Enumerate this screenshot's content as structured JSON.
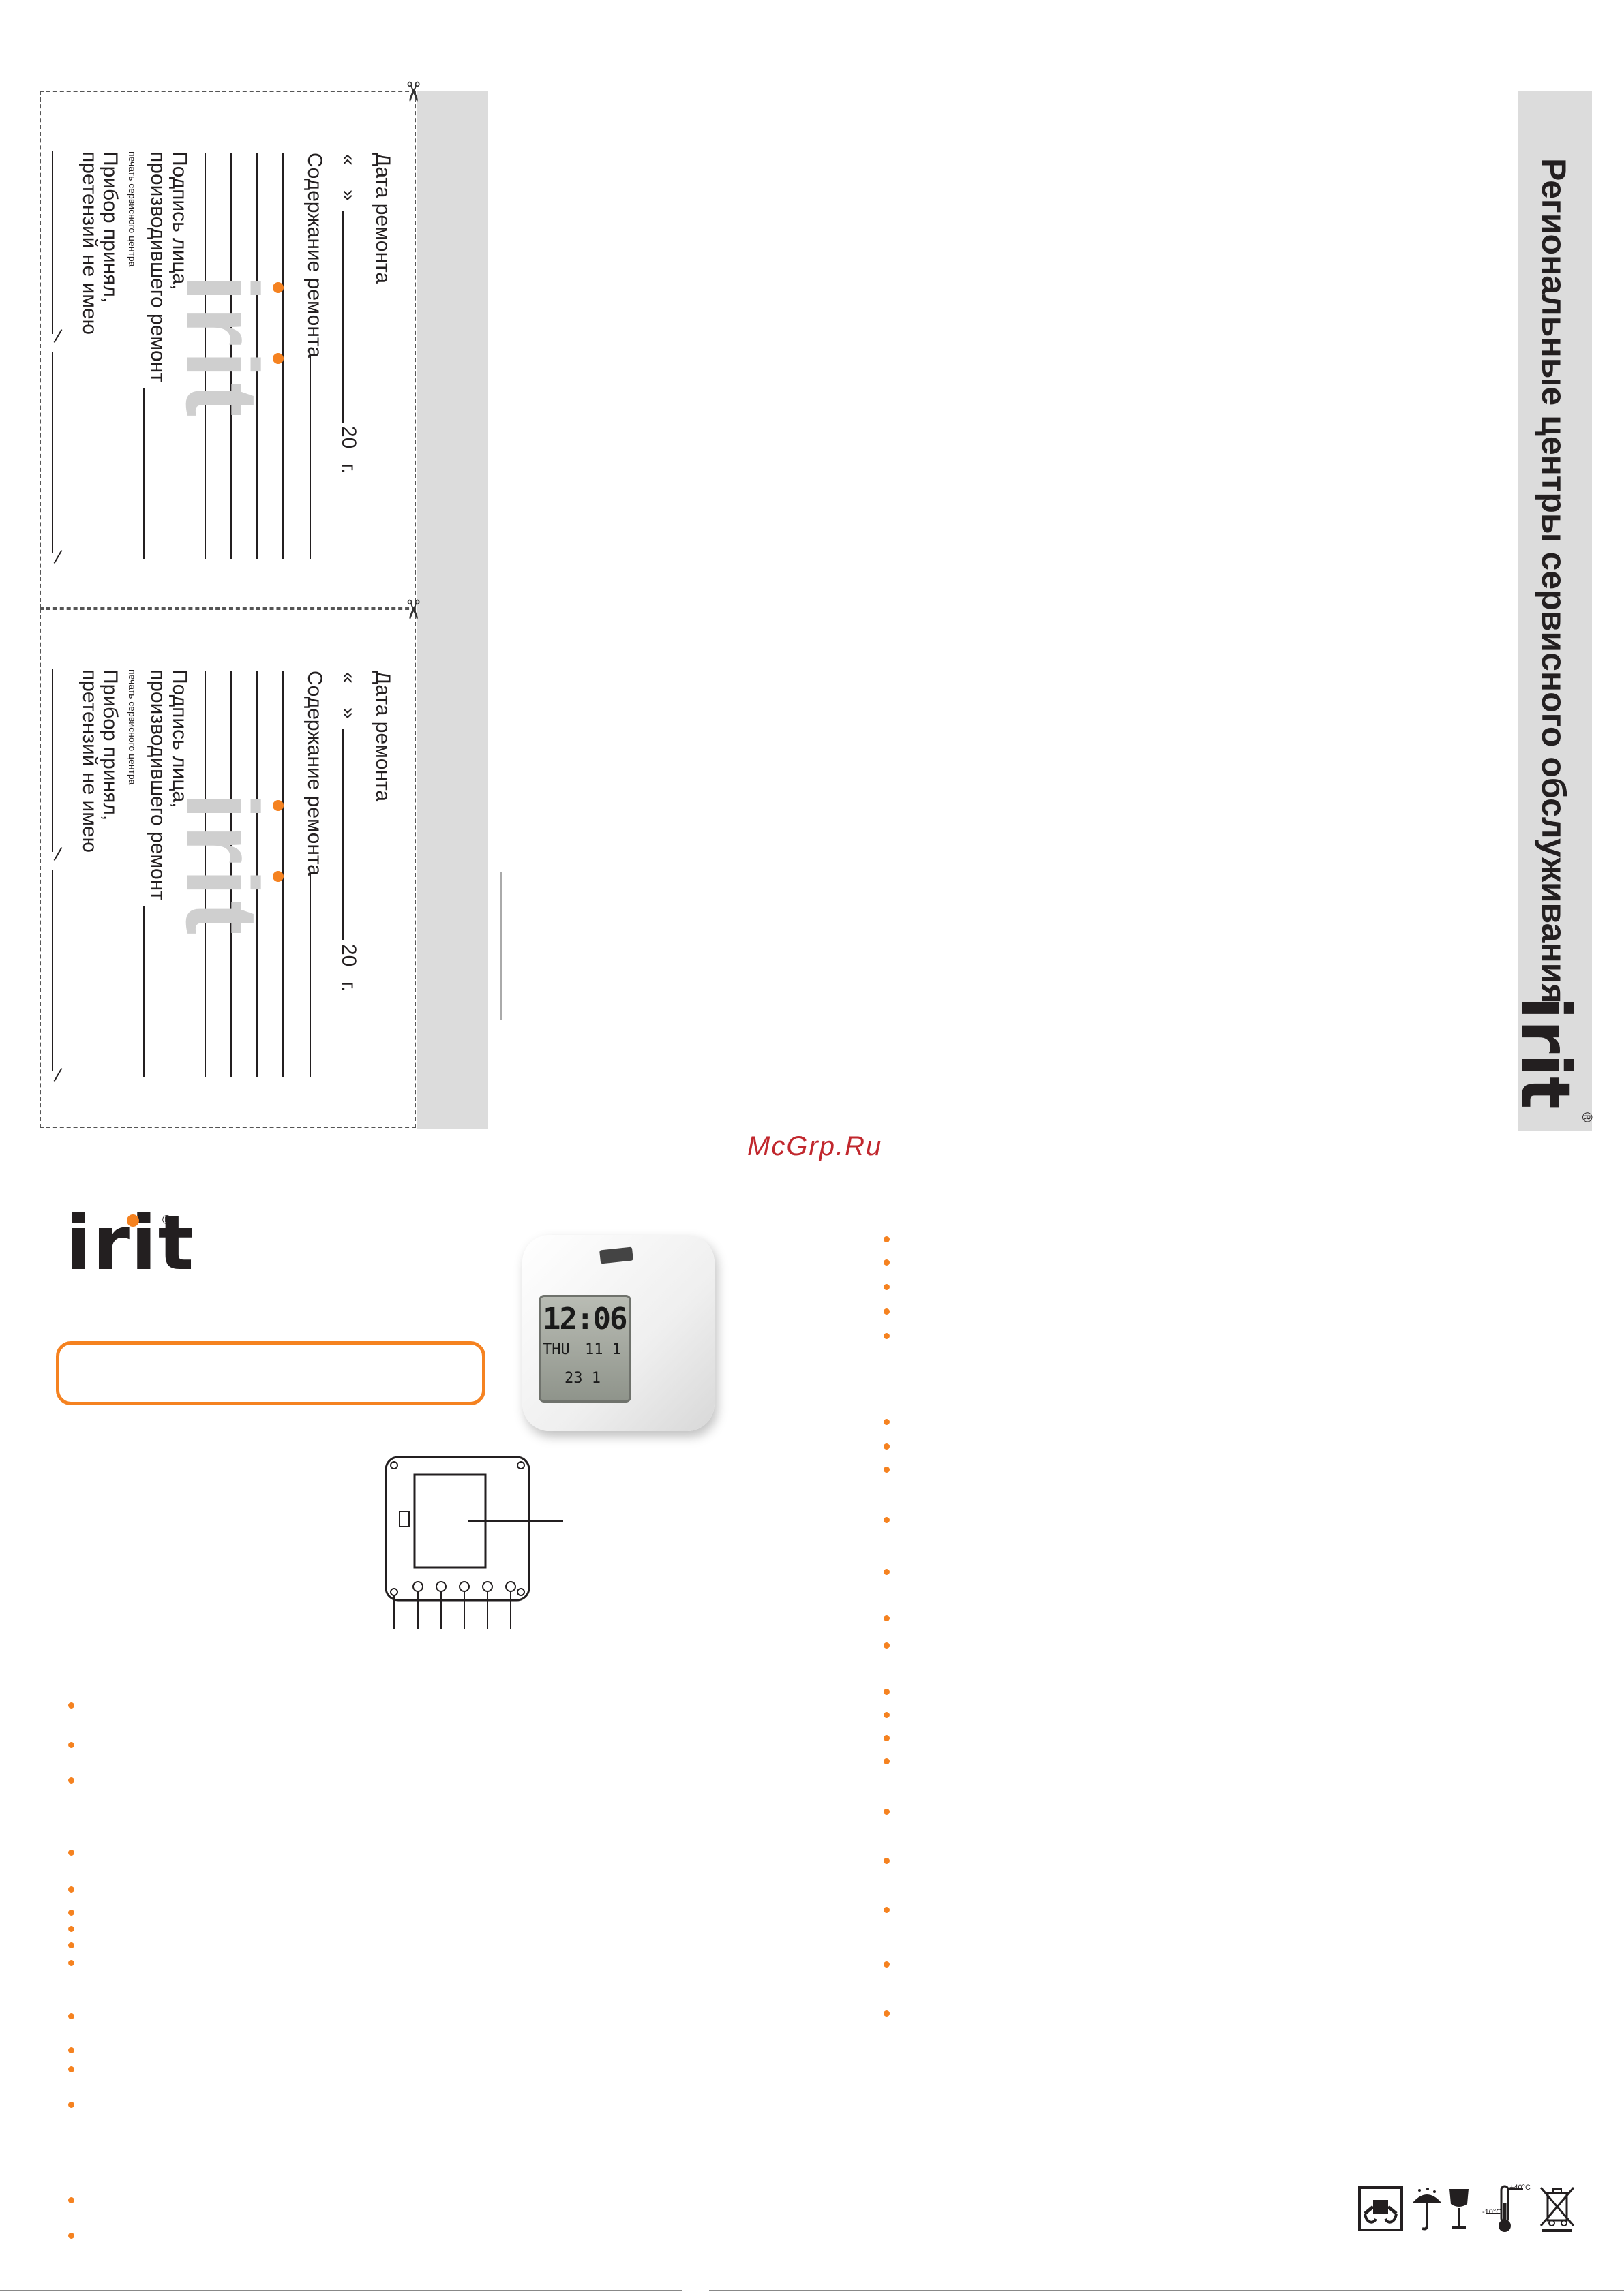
{
  "header": {
    "title": "Региональные центры сервисного обслуживания",
    "brand": "irit",
    "registered": "®"
  },
  "coupons": [
    {
      "date_label": "Дата ремонта",
      "quote_open": "«",
      "quote_close": "»",
      "year_prefix": "20",
      "year_suffix": "г.",
      "content_label": "Содержание ремонта",
      "signature_line1": "Подпись лица,",
      "signature_line2": "производившего ремонт",
      "stamp_label": "печать сервисного центра",
      "accepted_line1": "Прибор принял,",
      "accepted_line2": "претензий не имею"
    },
    {
      "date_label": "Дата ремонта",
      "quote_open": "«",
      "quote_close": "»",
      "year_prefix": "20",
      "year_suffix": "г.",
      "content_label": "Содержание ремонта",
      "signature_line1": "Подпись лица,",
      "signature_line2": "производившего ремонт",
      "stamp_label": "печать сервисного центра",
      "accepted_line1": "Прибор принял,",
      "accepted_line2": "претензий не имею"
    }
  ],
  "site_watermark": "McGrp.Ru",
  "product": {
    "brand": "irit",
    "registered": "®",
    "lcd_time": "12:06",
    "lcd_day": "THU",
    "lcd_date": "11 1",
    "lcd_temp": "23 1"
  },
  "package_icons": {
    "temp_high": "+40°C",
    "temp_low": "-10°C"
  },
  "colors": {
    "accent": "#f58220",
    "strip_gray": "#dcdcdc",
    "text": "#231f20"
  }
}
